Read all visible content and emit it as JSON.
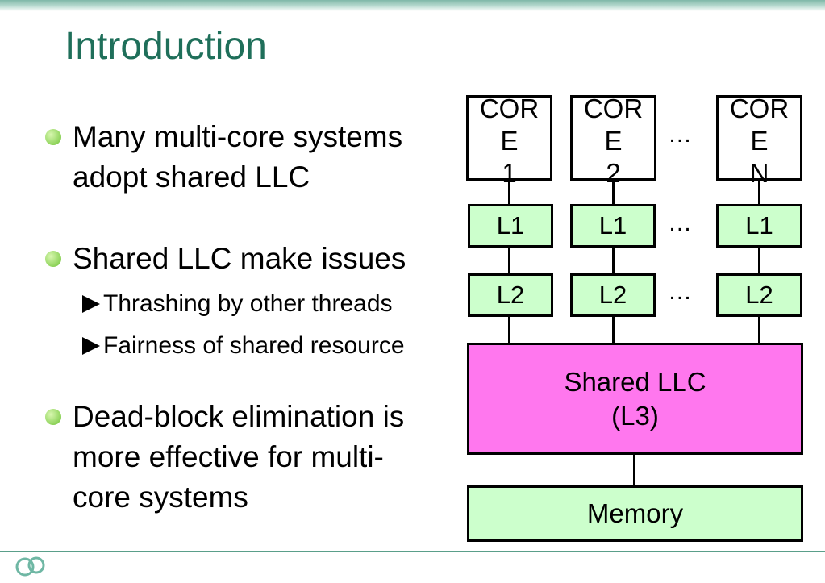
{
  "slide": {
    "title": "Introduction",
    "bullets": [
      {
        "lines": [
          "Many multi-core systems",
          "adopt shared LLC"
        ]
      },
      {
        "lines": [
          "Shared LLC make issues"
        ],
        "sub": [
          "Thrashing by other threads",
          "Fairness of shared resource"
        ]
      },
      {
        "lines": [
          "Dead-block elimination is",
          "more effective for multi-",
          "core systems"
        ]
      }
    ]
  },
  "diagram": {
    "cores": [
      {
        "lines": [
          "COR",
          "E",
          "1"
        ]
      },
      {
        "lines": [
          "COR",
          "E",
          "2"
        ]
      },
      {
        "lines": [
          "COR",
          "E",
          "N"
        ]
      }
    ],
    "l1_label": "L1",
    "l2_label": "L2",
    "ellipsis": "…",
    "llc_lines": [
      "Shared LLC",
      "(L3)"
    ],
    "memory_label": "Memory",
    "colors": {
      "cache": "#ccffcc",
      "llc": "#ff77ee",
      "title": "#1f6f5a",
      "bullet": "#8ed35a"
    }
  }
}
